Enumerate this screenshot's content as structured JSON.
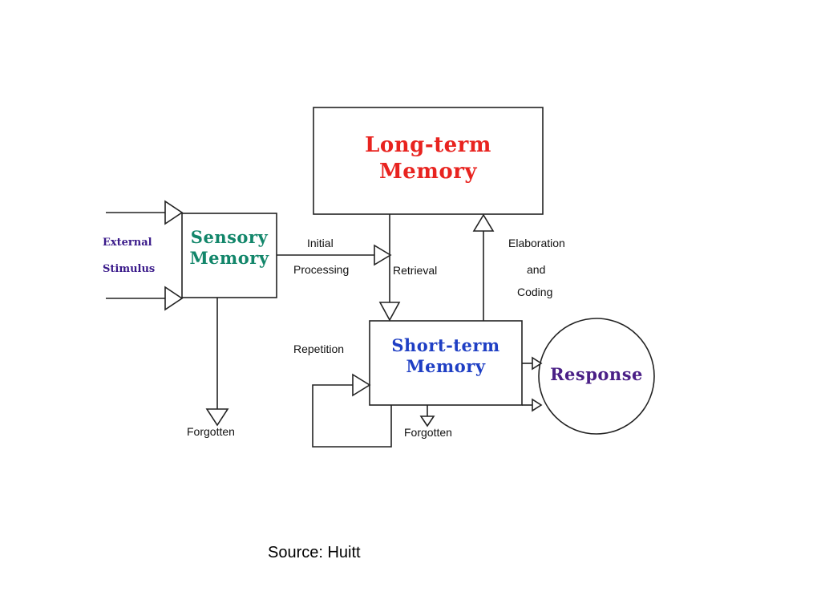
{
  "diagram": {
    "long_term": {
      "line1": "Long-term",
      "line2": "Memory",
      "color": "#e8231f"
    },
    "sensory": {
      "line1": "Sensory",
      "line2": "Memory",
      "color": "#12866a"
    },
    "short_term": {
      "line1": "Short-term",
      "line2": "Memory",
      "color": "#1f3fc4"
    },
    "response": {
      "label": "Response",
      "color": "#4a1f86"
    },
    "external_stimulus": {
      "line1": "External",
      "line2": "Stimulus",
      "color": "#3a1a8a"
    },
    "labels": {
      "initial": "Initial",
      "processing": "Processing",
      "retrieval": "Retrieval",
      "elaboration": "Elaboration",
      "and": "and",
      "coding": "Coding",
      "repetition": "Repetition",
      "forgotten_sensory": "Forgotten",
      "forgotten_short_term": "Forgotten"
    }
  },
  "source": "Source: Huitt"
}
